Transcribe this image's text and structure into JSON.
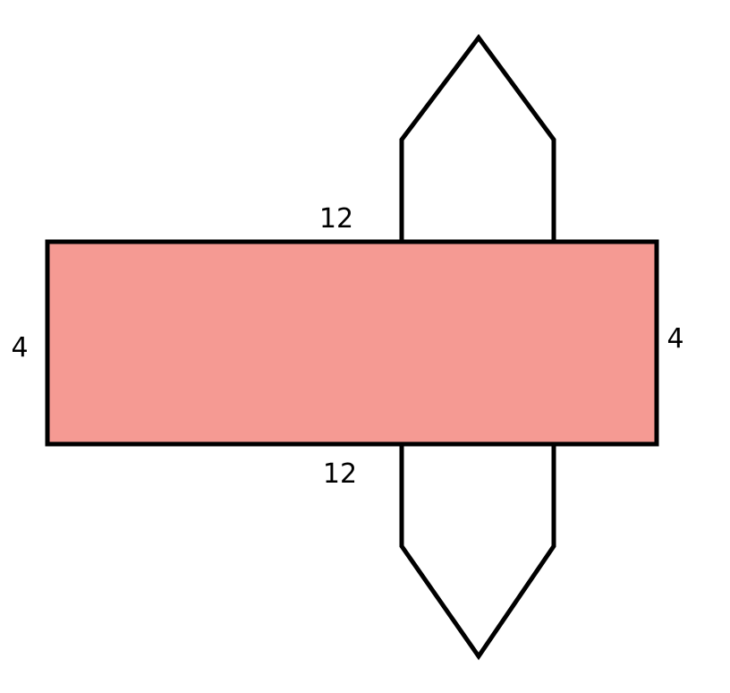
{
  "colors": {
    "face_fill": "#f59a93",
    "stroke": "#000000",
    "background": "#ffffff"
  },
  "labels": {
    "top_length": "12",
    "bottom_length": "12",
    "left_width": "4",
    "right_width": "4"
  }
}
